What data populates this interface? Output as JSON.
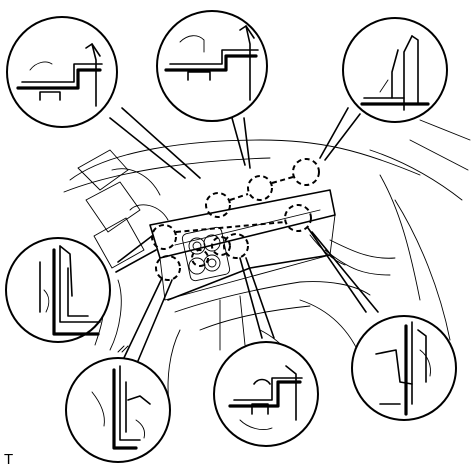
{
  "figure": {
    "corner_mark": "T",
    "detail_callouts": [
      "upper-left-detail",
      "upper-center-detail",
      "upper-right-detail",
      "middle-left-detail",
      "lower-left-detail",
      "lower-center-detail",
      "lower-right-detail"
    ],
    "clip_locations": 9
  }
}
